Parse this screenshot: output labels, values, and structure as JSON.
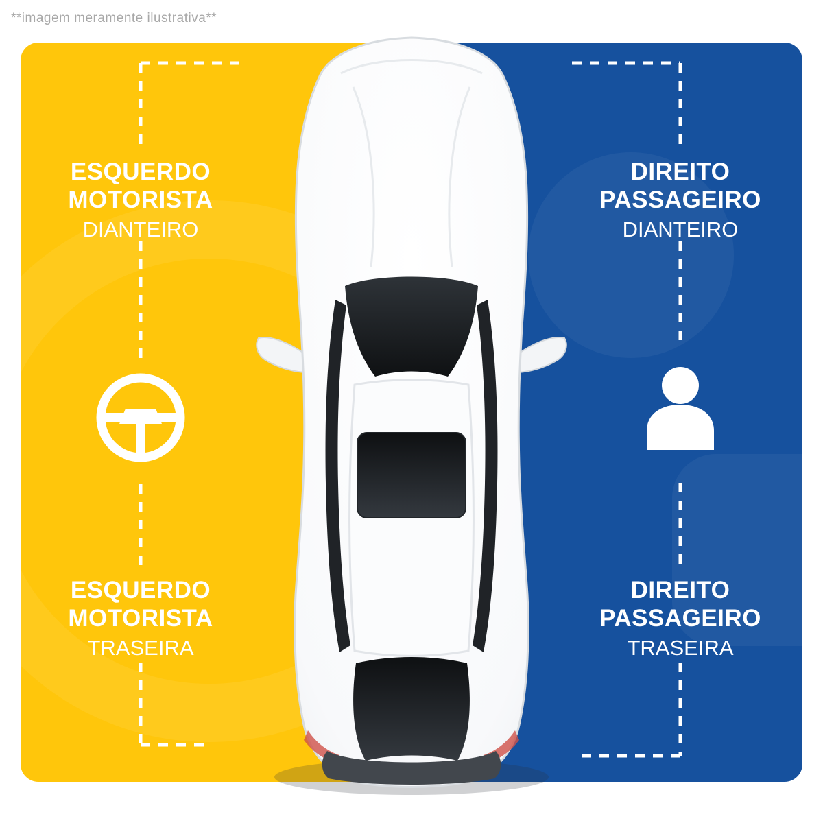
{
  "disclaimer": "**imagem meramente ilustrativa**",
  "left_panel": {
    "color": "#FFC60B",
    "icon": "steering-wheel-icon",
    "front": {
      "line1": "ESQUERDO",
      "line2": "MOTORISTA",
      "line3": "DIANTEIRO"
    },
    "rear": {
      "line1": "ESQUERDO",
      "line2": "MOTORISTA",
      "line3": "TRASEIRA"
    }
  },
  "right_panel": {
    "color": "#16519E",
    "icon": "passenger-person-icon",
    "front": {
      "line1": "DIREITO",
      "line2": "PASSAGEIRO",
      "line3": "DIANTEIRO"
    },
    "rear": {
      "line1": "DIREITO",
      "line2": "PASSAGEIRO",
      "line3": "TRASEIRA"
    }
  },
  "illustration": {
    "car": "top-view-white-sedan",
    "guide_color": "#ffffff"
  }
}
